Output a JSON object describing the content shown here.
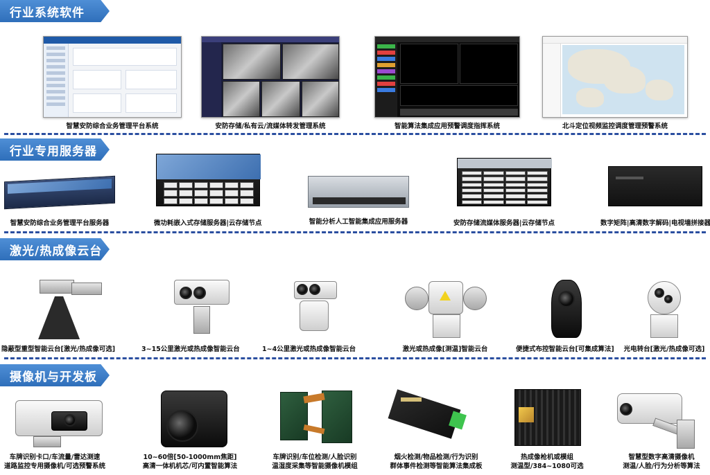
{
  "sections": [
    {
      "title": "行业系统软件"
    },
    {
      "title": "行业专用服务器"
    },
    {
      "title": "激光/热成像云台"
    },
    {
      "title": "摄像机与开发板"
    }
  ],
  "software": [
    {
      "caption": "智慧安防综合业务管理平台系统"
    },
    {
      "caption": "安防存储/私有云/流媒体转发管理系统"
    },
    {
      "caption": "智能算法集成应用预警调度指挥系统"
    },
    {
      "caption": "北斗定位视频监控调度管理预警系统"
    }
  ],
  "servers": [
    {
      "caption": "智慧安防综合业务管理平台服务器"
    },
    {
      "caption": "微功耗嵌入式存储服务器|云存储节点"
    },
    {
      "caption": "智能分析人工智能集成应用服务器"
    },
    {
      "caption": "安防存储流媒体服务器|云存储节点"
    },
    {
      "caption": "数字矩阵|高清数字解码|电视墙拼接器"
    }
  ],
  "ptz": [
    {
      "caption": "隐蔽型重型智能云台[激光/热成像可选]"
    },
    {
      "caption": "3~15公里激光或热成像智能云台"
    },
    {
      "caption": "1~4公里激光或热成像智能云台"
    },
    {
      "caption": "激光或热成像[测温]智能云台"
    },
    {
      "caption": "便捷式布控智能云台[可集成算法]"
    },
    {
      "caption": "光电转台[激光/热成像可选]"
    }
  ],
  "cameras": [
    {
      "line1": "车牌识别卡口/车流量/雷达测速",
      "line2": "道路监控专用摄像机/可选预警系统"
    },
    {
      "line1": "10~60倍[50-1000mm焦距]",
      "line2": "高清一体机机芯/可内置智能算法"
    },
    {
      "line1": "车牌识别/车位检测/人脸识别",
      "line2": "温湿度采集等智能摄像机模组"
    },
    {
      "line1": "烟火检测/物品检测/行为识别",
      "line2": "群体事件检测等智能算法集成板"
    },
    {
      "line1": "热成像枪机或模组",
      "line2": "测温型/384~1080可选"
    },
    {
      "line1": "智慧型数字高清摄像机",
      "line2": "测温/人脸/行为分析等算法"
    }
  ]
}
